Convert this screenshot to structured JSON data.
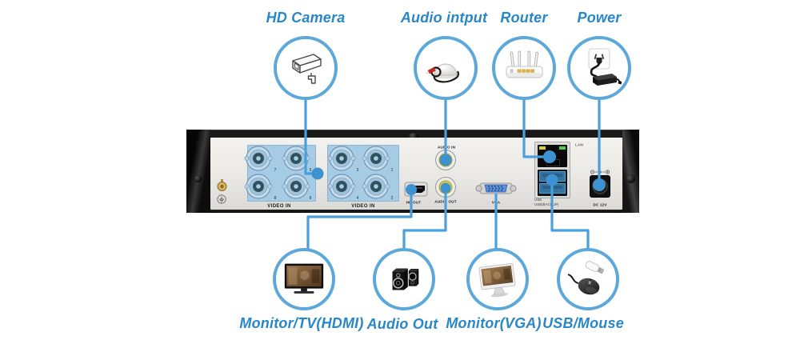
{
  "figure": {
    "type": "product-connection-diagram",
    "subject": "DVR rear panel connection guide"
  },
  "colors": {
    "accent_line": "#4BA0DA",
    "connector_dot": "#3D92CF",
    "circle_stroke": "#5DA8DB",
    "label_text": "#2987C8",
    "panel": "#EAE8E4",
    "bnc_block": "#A6CBE5",
    "usb_port_blue": "#35729E",
    "vga_blue": "#5B8FD8",
    "led_yellow": "#D8D13E",
    "led_green": "#4AD14E",
    "rca_yellow_ring": "#D8CC50"
  },
  "callouts": {
    "top": [
      {
        "label": "HD Camera",
        "icon": "cctv-camera-icon"
      },
      {
        "label": "Audio intput",
        "icon": "dome-microphone-icon"
      },
      {
        "label": "Router",
        "icon": "wifi-router-icon"
      },
      {
        "label": "Power",
        "icon": "power-adapter-icon"
      }
    ],
    "bottom": [
      {
        "label": "Monitor/TV(HDMI)",
        "icon": "hdmi-tv-icon"
      },
      {
        "label": "Audio Out",
        "icon": "speakers-icon"
      },
      {
        "label": "Monitor(VGA)",
        "icon": "vga-monitor-icon"
      },
      {
        "label": "USB/Mouse",
        "icon": "usb-flash-and-mouse-icon"
      }
    ]
  },
  "device": {
    "name": "dvr-rear-panel",
    "ports": {
      "video_in_left": "VIDEO IN",
      "video_in_right": "VIDEO IN",
      "bnc_numbers": [
        "7",
        "5",
        "8",
        "6",
        "3",
        "1",
        "4",
        "2"
      ],
      "hdmi": "HD OUT",
      "audio_in": "AUDIO IN",
      "audio_out": "AUDIO OUT",
      "vga": "VGA",
      "lan": "LAN",
      "usb": "USB",
      "usb_backup": "USB(BACKUP)",
      "dc_power": "DC 12V"
    }
  }
}
